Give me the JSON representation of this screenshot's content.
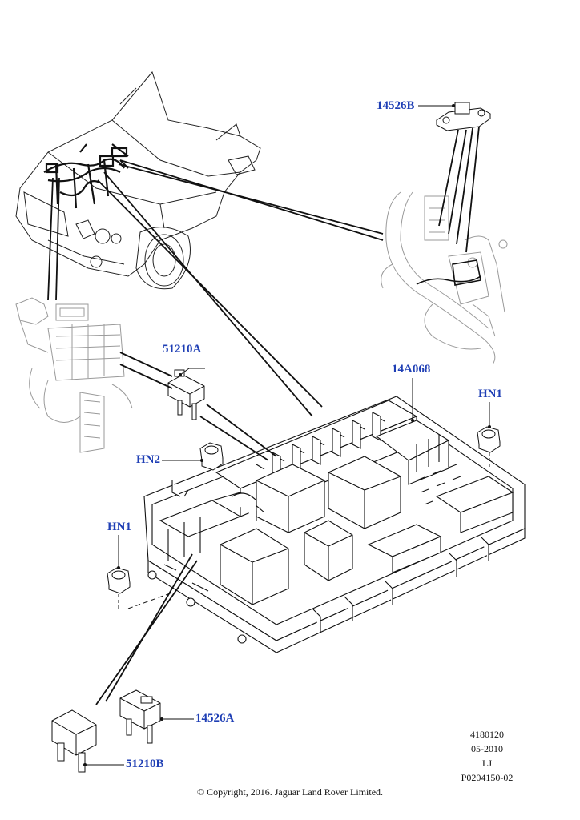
{
  "callouts": {
    "c14526B": "14526B",
    "c51210A": "51210A",
    "c14A068": "14A068",
    "cHN1_right": "HN1",
    "cHN2": "HN2",
    "cHN1_left": "HN1",
    "c14526A": "14526A",
    "c51210B": "51210B"
  },
  "meta": {
    "code": "4180120",
    "date": "05-2010",
    "initials": "LJ",
    "part_ref": "P0204150-02"
  },
  "copyright": "© Copyright, 2016. Jaguar Land Rover Limited.",
  "colors": {
    "callout": "#1f3fb5",
    "line": "#111111",
    "ghost": "#9a9a9a"
  }
}
